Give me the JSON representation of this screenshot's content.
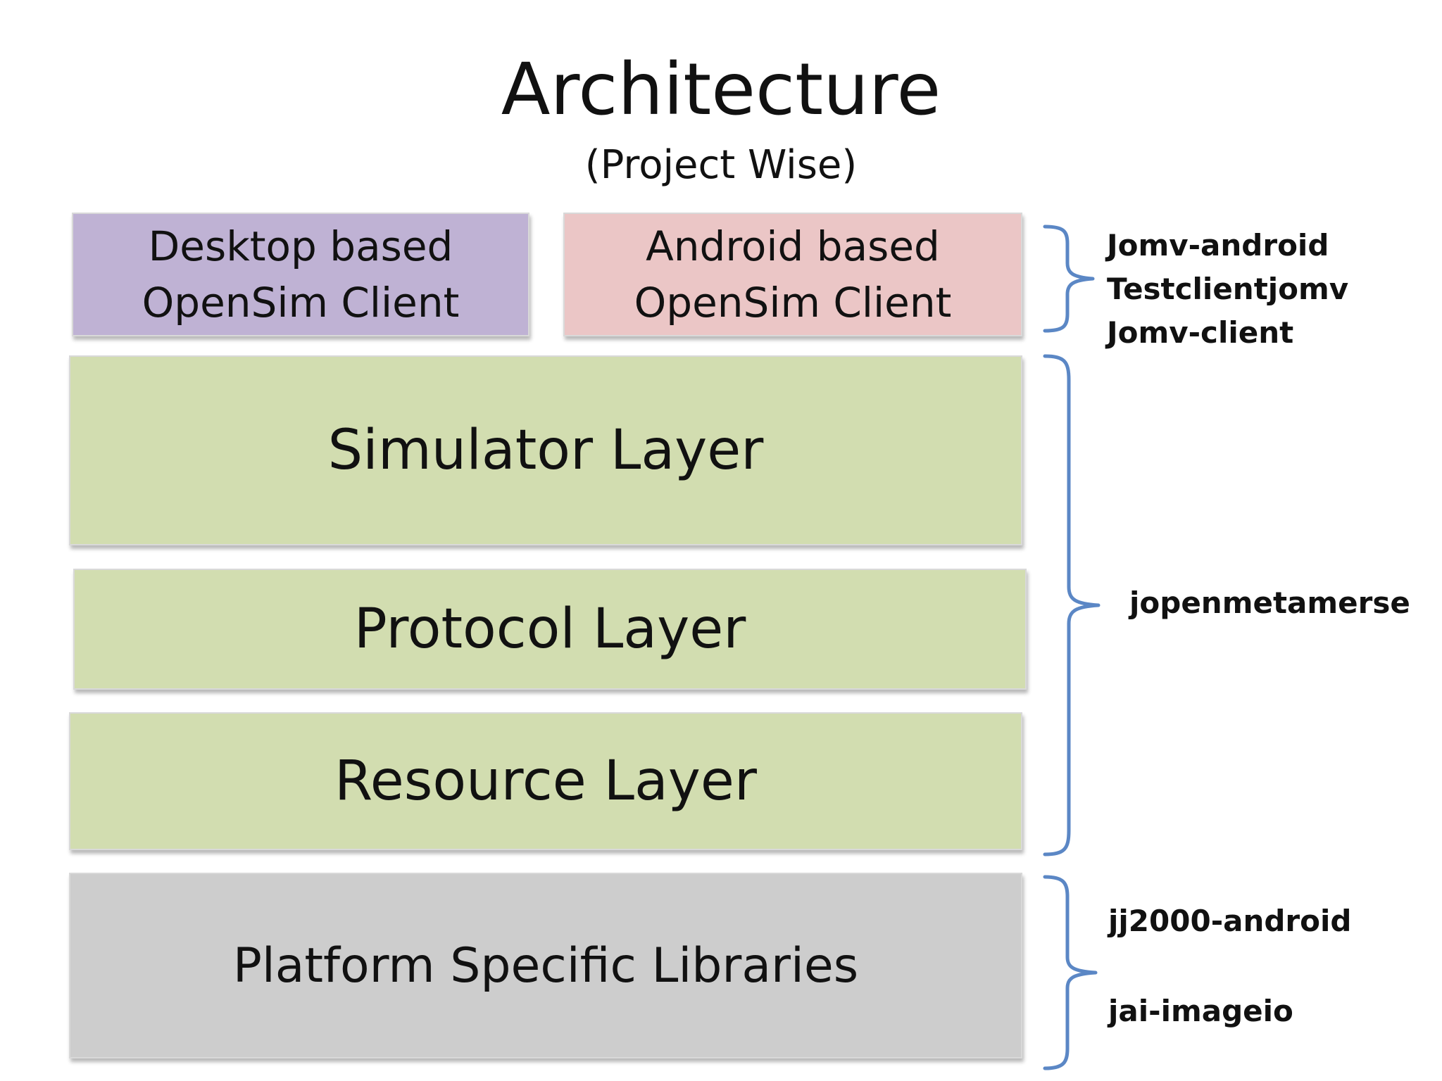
{
  "title": "Architecture",
  "subtitle": "(Project Wise)",
  "colors": {
    "desktop_box": "#bfb2d4",
    "android_box": "#ebc6c6",
    "layer_box": "#d2ddb0",
    "platform_box": "#cdcdcd",
    "brace": "#5b87c5"
  },
  "boxes": {
    "desktop": {
      "line1": "Desktop based",
      "line2": "OpenSim Client"
    },
    "android": {
      "line1": "Android based",
      "line2": "OpenSim Client"
    },
    "simulator": "Simulator Layer",
    "protocol": "Protocol Layer",
    "resource": "Resource Layer",
    "platform": "Platform Specific Libraries"
  },
  "annotations": {
    "clients": [
      "Jomv-android",
      "Testclientjomv",
      "Jomv-client"
    ],
    "layers": "jopenmetamerse",
    "platform_1": "jj2000-android",
    "platform_2": "jai-imageio"
  }
}
